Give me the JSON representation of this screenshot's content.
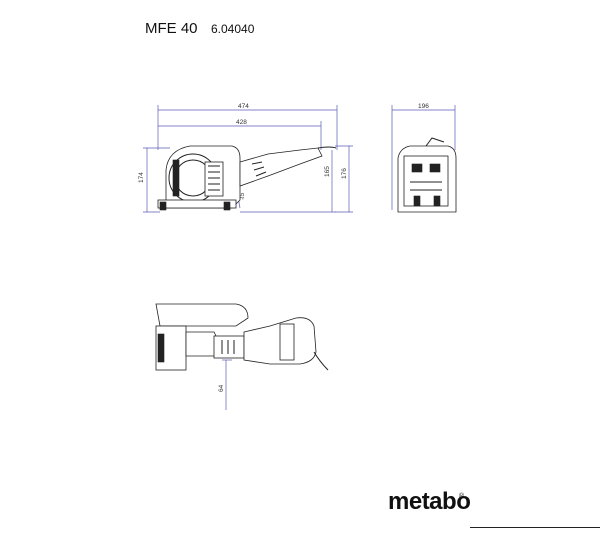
{
  "header": {
    "model": "MFE 40",
    "article_number": "6.04040"
  },
  "dimensions": {
    "total_length": "474",
    "body_length": "428",
    "total_height": "174",
    "handle_height": "165",
    "overall_height": "176",
    "cut_depth": "15",
    "width": "196",
    "top_view_depth": "64"
  },
  "brand": {
    "name": "metabo",
    "registered": "®"
  }
}
